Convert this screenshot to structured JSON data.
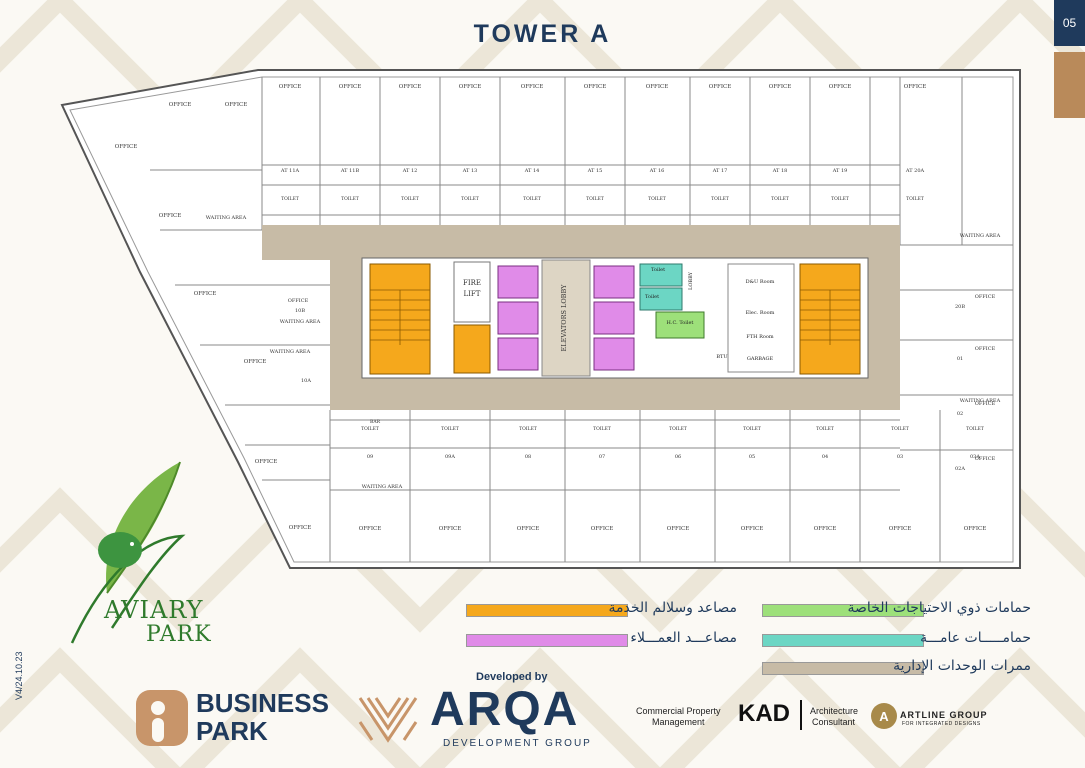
{
  "page": {
    "title": "TOWER A",
    "number": "05",
    "version": "V4/24.10.23"
  },
  "legend": [
    {
      "label": "مصاعد وسلالم الخدمة",
      "color": "#f5a81c"
    },
    {
      "label": "مصاعـــد العمـــلاء",
      "color": "#e08be8"
    },
    {
      "label": "حمامات ذوي الاحتياجات الخاصة",
      "color": "#9de07a"
    },
    {
      "label": "حمامـــــات عامـــة",
      "color": "#6cd6c4"
    },
    {
      "label": "ممرات الوحدات الإدارية",
      "color": "#c7bba6"
    }
  ],
  "plan": {
    "core_labels": {
      "fire": "FIRE",
      "lift": "LIFT",
      "lobby": "ELEVATORS LOBBY",
      "lobby2": "LOBBY",
      "toilet1": "Toilet",
      "toilet2": "Toilet",
      "hc_toilet": "H.C. Toilet",
      "dly": "D&U Room",
      "elec": "Elec. Room",
      "fth": "FTH Room",
      "btu": "BTU",
      "garbage": "GARBAGE"
    },
    "top_units": [
      "11A",
      "11B",
      "12",
      "13",
      "14",
      "15",
      "16",
      "17",
      "18",
      "19",
      "20A"
    ],
    "bottom_units": [
      "09",
      "09A",
      "08",
      "07",
      "06",
      "05",
      "04",
      "03",
      "03A"
    ],
    "right_units": [
      "20B",
      "01",
      "02",
      "02A"
    ],
    "left_units": [
      "10B",
      "10A"
    ],
    "words": {
      "office": "OFFICE",
      "toilet": "TOILET",
      "waiting": "WAITING AREA",
      "at": "AT",
      "bar": "BAR"
    }
  },
  "brand": {
    "aviary_1": "AVIARY",
    "aviary_2": "PARK",
    "business_1": "BUSINESS",
    "business_2": "PARK",
    "developed_by": "Developed by",
    "arqa": "ARQA",
    "arqa_sub": "DEVELOPMENT GROUP",
    "cpm_1": "Commercial Property",
    "cpm_2": "Management",
    "kad": "KAD",
    "arch_1": "Architecture",
    "arch_2": "Consultant",
    "artline_1": "ARTLINE GROUP",
    "artline_2": "FOR INTEGRATED DESIGNS"
  }
}
